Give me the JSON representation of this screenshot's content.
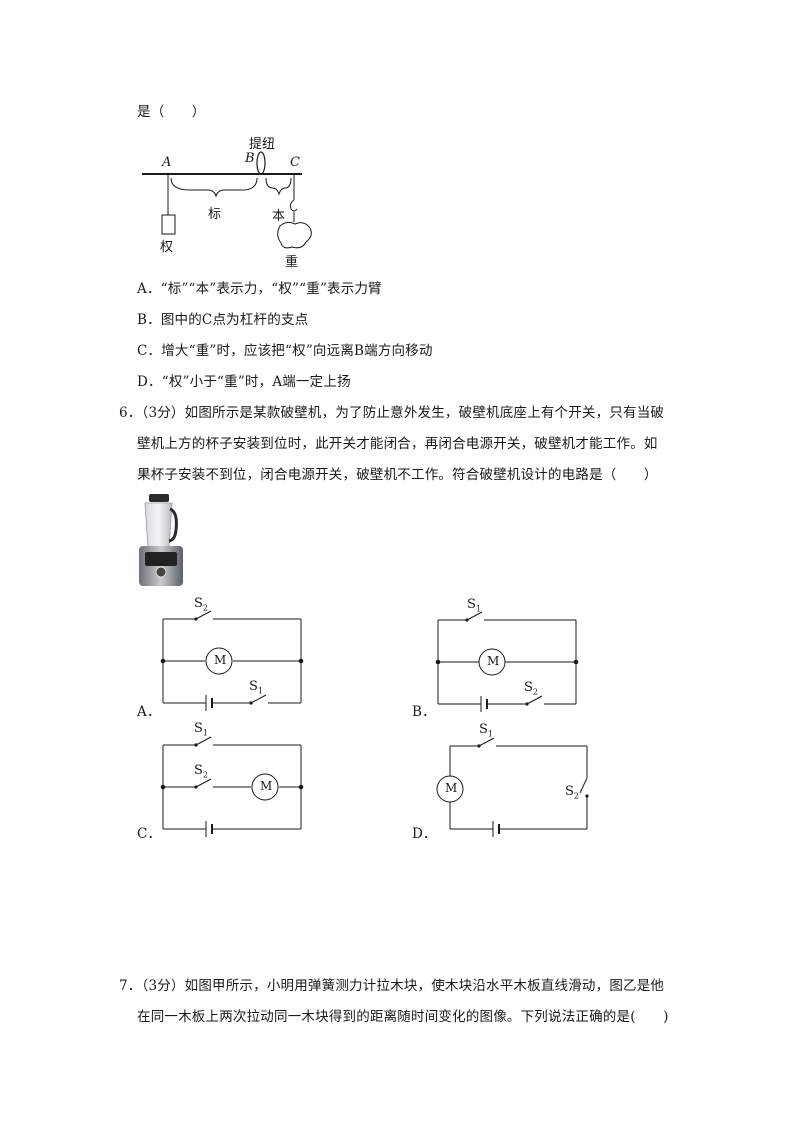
{
  "q5": {
    "stem_tail": "是（　　）",
    "fig": {
      "label_tizhu": "提纽",
      "label_A": "A",
      "label_B": "B",
      "label_C": "C",
      "label_biao": "标",
      "label_ben": "本",
      "label_quan": "权",
      "label_zhong": "重"
    },
    "options": [
      "A．“标”“本”表示力，“权”“重”表示力臂",
      "B．图中的C点为杠杆的支点",
      "C．增大“重”时，应该把“权”向远离B端方向移动",
      "D．“权”小于“重”时，A端一定上扬"
    ]
  },
  "q6": {
    "stem_lines": [
      "6．（3分）如图所示是某款破壁机，为了防止意外发生，破壁机底座上有个开关，只有当破",
      "壁机上方的杯子安装到位时，此开关才能闭合，再闭合电源开关，破壁机才能工作。如",
      "果杯子安装不到位，闭合电源开关，破壁机不工作。符合破壁机设计的电路是（　　）"
    ],
    "circuits": {
      "A": {
        "label": "A．",
        "top_switch": "S",
        "top_sub": "2",
        "bot_switch": "S",
        "bot_sub": "1",
        "motor": "M"
      },
      "B": {
        "label": "B．",
        "top_switch": "S",
        "top_sub": "1",
        "bot_switch": "S",
        "bot_sub": "2",
        "motor": "M"
      },
      "C": {
        "label": "C．",
        "top_switch": "S",
        "top_sub": "1",
        "mid_switch": "S",
        "mid_sub": "2",
        "motor": "M"
      },
      "D": {
        "label": "D．",
        "top_switch": "S",
        "top_sub": "1",
        "right_switch": "S",
        "right_sub": "2",
        "motor": "M"
      }
    }
  },
  "q7": {
    "stem_lines": [
      "7．（3分）如图甲所示，小明用弹簧测力计拉木块，使木块沿水平木板直线滑动，图乙是他",
      "在同一木板上两次拉动同一木块得到的距离随时间变化的图像。下列说法正确的是(　　)"
    ]
  }
}
